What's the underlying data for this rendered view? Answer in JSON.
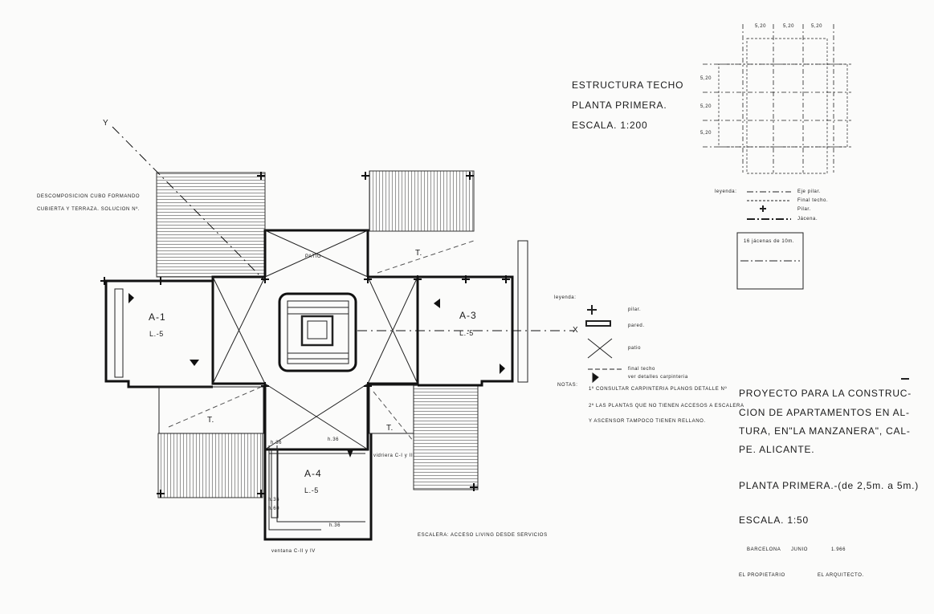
{
  "header": {
    "estructura": "ESTRUCTURA TECHO",
    "planta": "PLANTA PRIMERA.",
    "escala": "ESCALA. 1:200"
  },
  "descomposicion": {
    "line1": "DESCOMPOSICION CUBO FORMANDO",
    "line2": "CUBIERTA Y TERRAZA. SOLUCION Nº."
  },
  "structure_grid": {
    "dim_top_1": "5,20",
    "dim_top_2": "5,20",
    "dim_top_3": "5,20",
    "dim_left_1": "5,20",
    "dim_left_2": "5,20",
    "dim_left_3": "5,20"
  },
  "structure_legend": {
    "title": "leyenda:",
    "eje_pilar": "Eje pilar.",
    "final_techo": "Final techo.",
    "pilar": "Pilar.",
    "jacena": "Jácena.",
    "box_title": "16 jácenas de 10m."
  },
  "plan_labels": {
    "patio": "PATIO",
    "axis_y": "Y",
    "axis_x": "X",
    "a1": "A-1",
    "a1_sub": "L.-5",
    "a3": "A-3",
    "a3_sub": "L.-5",
    "a4": "A-4",
    "a4_sub": "L.-5",
    "t1": "T.",
    "t2": "T.",
    "t3": "T.",
    "vidriera": "vidriera C-I y III",
    "ventana": "ventana C-II y IV",
    "escalera": "ESCALERA: ACCESO LIVING DESDE SERVICIOS",
    "h_36a": "h.36",
    "h_36b": "h.36",
    "h_36c": "h.36",
    "h_36d": "h.36",
    "h_60": "h.60"
  },
  "plan_legend": {
    "title": "leyenda:",
    "pilar": "pilar.",
    "pared": "pared.",
    "patio": "patio",
    "final_techo": "final techo",
    "ver_detalles": "ver detalles carpinteria"
  },
  "notas": {
    "title": "NOTAS:",
    "n1": "1º CONSULTAR CARPINTERIA PLANOS DETALLE Nº",
    "n2": "2º LAS PLANTAS QUE NO TIENEN ACCESOS A ESCALERA",
    "n3": "Y ASCENSOR TAMPOCO TIENEN RELLANO."
  },
  "title_block": {
    "line1": "PROYECTO PARA LA CONSTRUC-",
    "line2": "CION DE APARTAMENTOS EN AL-",
    "line3": "TURA, EN\"LA MANZANERA\", CAL-",
    "line4": "PE. ALICANTE.",
    "planta": "PLANTA PRIMERA.-(de 2,5m. a 5m.)",
    "escala": "ESCALA. 1:50",
    "city": "BARCELONA",
    "month": "JUNIO",
    "year": "1.966",
    "propietario": "EL PROPIETARIO",
    "arquitecto": "EL ARQUITECTO."
  }
}
